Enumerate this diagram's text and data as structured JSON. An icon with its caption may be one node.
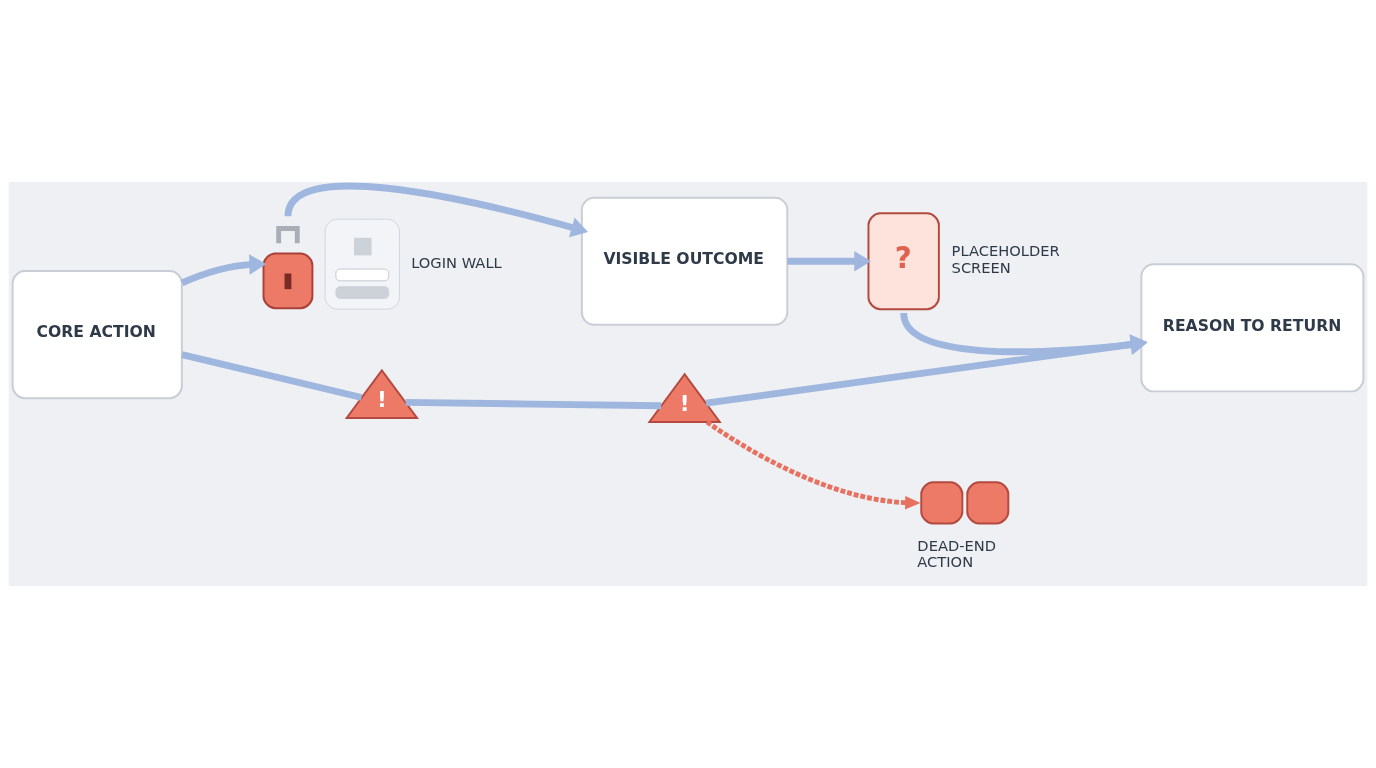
{
  "diagram": {
    "nodes": [
      {
        "text": [
          "CORE ACTION"
        ]
      },
      {
        "text": [
          "VISIBLE OUTCOME"
        ]
      },
      {
        "text": [
          "REASON TO RETURN"
        ]
      },
      {
        "text": [],
        "shape": "picture",
        "beside": [
          "LOGIN WALL"
        ]
      },
      {
        "text": [
          "?"
        ],
        "beside": [
          "PLACEHOLDER SCREEN"
        ]
      },
      {
        "text": [],
        "shape": "picture",
        "beside": [
          "DEAD-END ACTION"
        ]
      },
      {
        "text": [
          "!"
        ]
      },
      {
        "text": [
          "!"
        ]
      }
    ],
    "edges": [
      {
        "from": 0,
        "to": 3,
        "arrow": "to"
      },
      {
        "from": 3,
        "to": 1,
        "arrow": "to"
      },
      {
        "from": 1,
        "to": 4,
        "arrow": "to"
      },
      {
        "from": 4,
        "to": 2,
        "arrow": "to"
      },
      {
        "from": 0,
        "to": 6,
        "arrow": "none"
      },
      {
        "from": 6,
        "to": 7,
        "arrow": "none"
      },
      {
        "from": 7,
        "to": 2,
        "arrow": "to"
      },
      {
        "from": 7,
        "to": 5,
        "arrow": "to",
        "style": "dashed",
        "color": "#e8705f"
      }
    ]
  }
}
